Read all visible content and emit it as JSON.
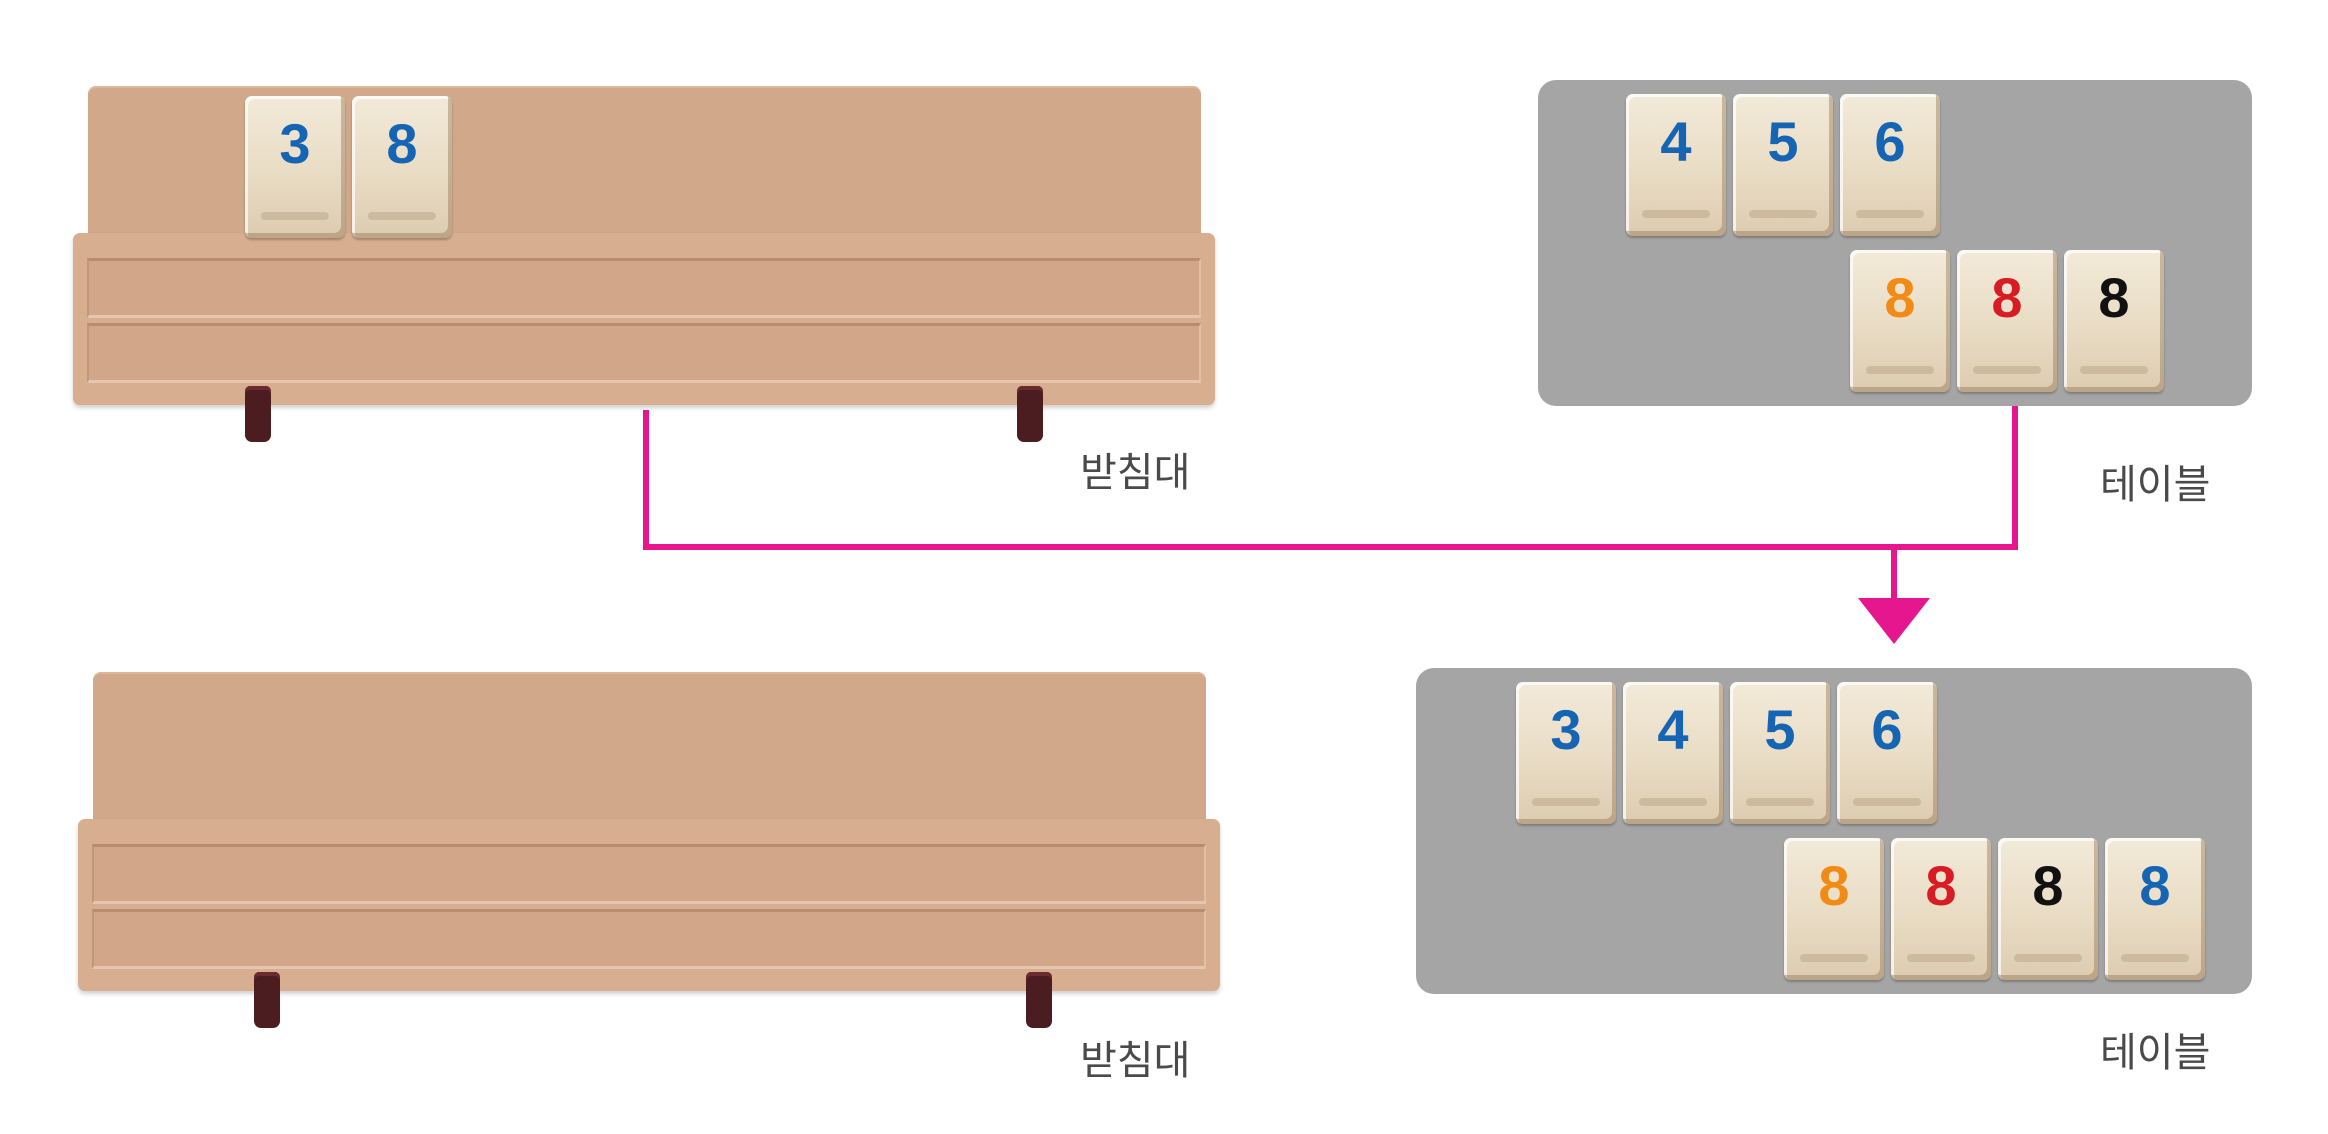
{
  "labels": {
    "rack": "받침대",
    "table": "테이블"
  },
  "colors": {
    "connector": "#e6168f",
    "table": "#a5a5a5",
    "rack": "#d1a889",
    "tile_blue": "#1565b4",
    "tile_orange": "#f28a16",
    "tile_red": "#d71c24",
    "tile_black": "#111111"
  },
  "before": {
    "rack_tiles": [
      {
        "value": "3",
        "color": "blue"
      },
      {
        "value": "8",
        "color": "blue"
      }
    ],
    "table_rows": [
      [
        {
          "value": "4",
          "color": "blue"
        },
        {
          "value": "5",
          "color": "blue"
        },
        {
          "value": "6",
          "color": "blue"
        }
      ],
      [
        {
          "value": "8",
          "color": "orange"
        },
        {
          "value": "8",
          "color": "red"
        },
        {
          "value": "8",
          "color": "black"
        }
      ]
    ]
  },
  "after": {
    "rack_tiles": [],
    "table_rows": [
      [
        {
          "value": "3",
          "color": "blue"
        },
        {
          "value": "4",
          "color": "blue"
        },
        {
          "value": "5",
          "color": "blue"
        },
        {
          "value": "6",
          "color": "blue"
        }
      ],
      [
        {
          "value": "8",
          "color": "orange"
        },
        {
          "value": "8",
          "color": "red"
        },
        {
          "value": "8",
          "color": "black"
        },
        {
          "value": "8",
          "color": "blue"
        }
      ]
    ]
  },
  "arrow_icon": "down-arrow-icon"
}
